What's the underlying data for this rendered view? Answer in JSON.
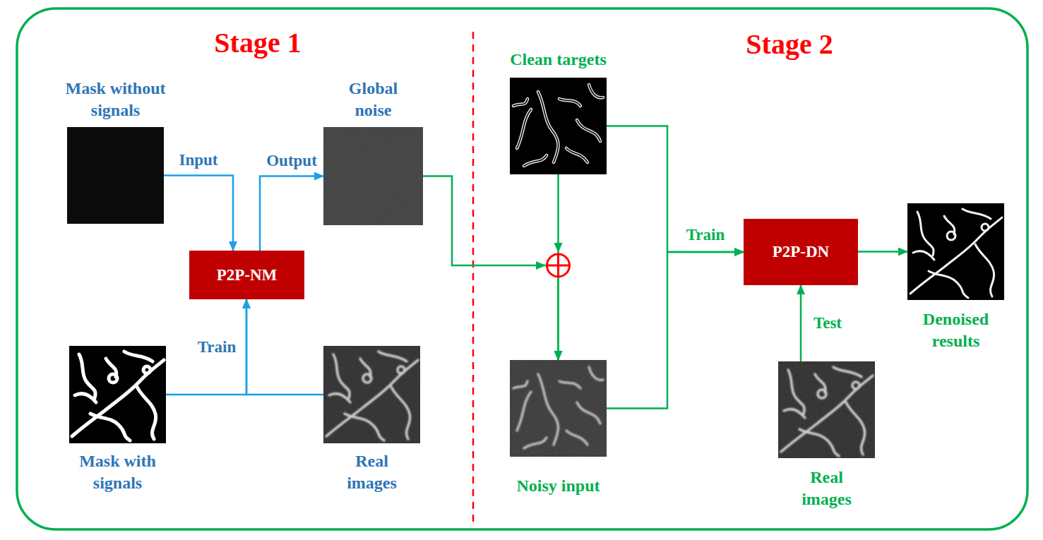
{
  "diagram": {
    "nodes": [
      {
        "text": [
          "Mask without signals"
        ]
      },
      {
        "text": [
          "Global noise"
        ]
      },
      {
        "text": [
          "P2P-NM"
        ]
      },
      {
        "text": [
          "Mask with signals"
        ]
      },
      {
        "text": [
          "Real images"
        ]
      },
      {
        "text": [
          "Clean targets"
        ]
      },
      {
        "text": [
          "Noisy input"
        ]
      },
      {
        "text": [
          "P2P-DN"
        ]
      },
      {
        "text": [
          "Real images"
        ]
      },
      {
        "text": [
          "Denoised results"
        ]
      }
    ],
    "edges": [
      {
        "from": 0,
        "to": 2,
        "label": "Input",
        "arrow": "to"
      },
      {
        "from": 2,
        "to": 1,
        "label": "Output",
        "arrow": "to"
      },
      {
        "from": 3,
        "to": 2,
        "label": "Train",
        "arrow": "to"
      },
      {
        "from": 4,
        "to": 2,
        "arrow": "to"
      },
      {
        "from": 1,
        "to": 6,
        "arrow": "to"
      },
      {
        "from": 5,
        "to": 6,
        "arrow": "to"
      },
      {
        "from": 5,
        "to": 7,
        "label": "Train",
        "arrow": "to"
      },
      {
        "from": 6,
        "to": 7,
        "arrow": "to"
      },
      {
        "from": 8,
        "to": 7,
        "label": "Test",
        "arrow": "to"
      },
      {
        "from": 7,
        "to": 9,
        "arrow": "to"
      }
    ],
    "labels": [
      "Stage 1",
      "Stage 2"
    ]
  }
}
